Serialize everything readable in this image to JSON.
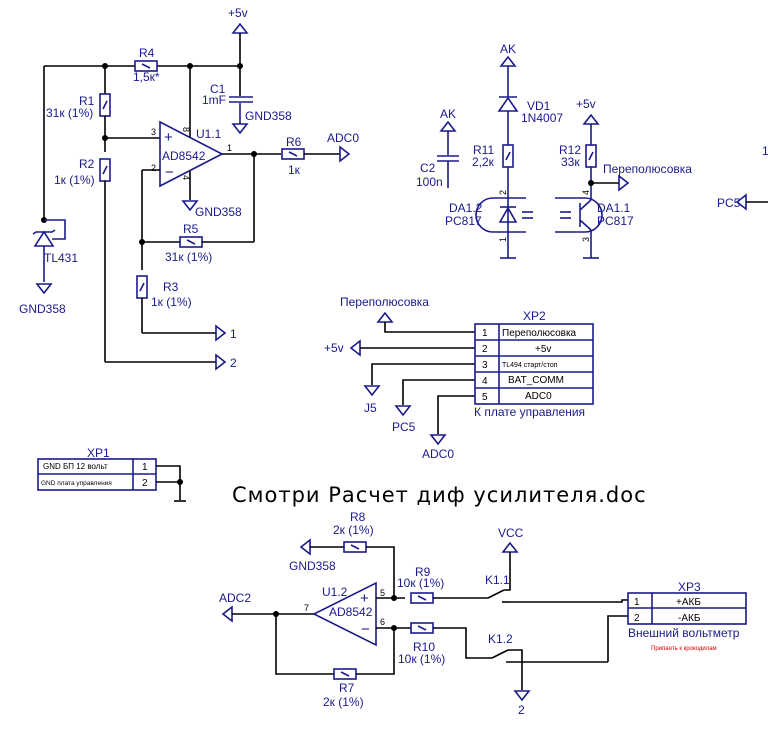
{
  "title_note": "Смотри Расчет диф усилителя.doc",
  "colors": {
    "symbol": "#1a1a8c",
    "wire": "#000000",
    "note_red": "#e00000"
  },
  "power": {
    "vplus": "+5v",
    "gnd358": "GND358",
    "ak": "AK",
    "vcc": "VCC"
  },
  "components": {
    "R1": {
      "ref": "R1",
      "value": "31к (1%)"
    },
    "R2": {
      "ref": "R2",
      "value": "1к (1%)"
    },
    "R3": {
      "ref": "R3",
      "value": "1к (1%)"
    },
    "R4": {
      "ref": "R4",
      "value": "1,5к*"
    },
    "R5": {
      "ref": "R5",
      "value": "31к (1%)"
    },
    "R6": {
      "ref": "R6",
      "value": "1к"
    },
    "R7": {
      "ref": "R7",
      "value": "2к (1%)"
    },
    "R8": {
      "ref": "R8",
      "value": "2к (1%)"
    },
    "R9": {
      "ref": "R9",
      "value": "10к (1%)"
    },
    "R10": {
      "ref": "R10",
      "value": "10к (1%)"
    },
    "R11": {
      "ref": "R11",
      "value": "2,2к"
    },
    "R12": {
      "ref": "R12",
      "value": "33к"
    },
    "C1": {
      "ref": "C1",
      "value": "1mF"
    },
    "C2": {
      "ref": "C2",
      "value": "100n"
    },
    "VD1": {
      "ref": "VD1",
      "value": "1N4007"
    },
    "TL431": {
      "ref": "TL431"
    },
    "U11": {
      "ref": "U1.1",
      "value": "AD8542",
      "pins": [
        "3",
        "2",
        "1",
        "8",
        "4"
      ]
    },
    "U12": {
      "ref": "U1.2",
      "value": "AD8542",
      "pins": [
        "5",
        "6",
        "7"
      ]
    },
    "DA12": {
      "ref": "DA1.2",
      "value": "PC817",
      "pins": [
        "2",
        "1"
      ]
    },
    "DA11": {
      "ref": "DA1.1",
      "value": "PC817",
      "pins": [
        "4",
        "3"
      ]
    },
    "K11": {
      "ref": "K1.1"
    },
    "K12": {
      "ref": "K1.2"
    }
  },
  "net_labels": {
    "adc0": "ADC0",
    "adc2": "ADC2",
    "pc5": "PC5",
    "j5": "J5",
    "perepol": "Переполюсовка",
    "n1": "1",
    "n2": "2",
    "edge_1": "1"
  },
  "connectors": {
    "XP1": {
      "ref": "XP1",
      "rows": [
        {
          "name": "GND БП 12 вольт",
          "pin": "1"
        },
        {
          "name": "GND плата управления",
          "pin": "2"
        }
      ]
    },
    "XP2": {
      "ref": "XP2",
      "caption": "К плате управления",
      "rows": [
        {
          "pin": "1",
          "name": "Переполюсовка"
        },
        {
          "pin": "2",
          "name": "+5v"
        },
        {
          "pin": "3",
          "name": "TL494 старт/стоп"
        },
        {
          "pin": "4",
          "name": "BAT_COMM"
        },
        {
          "pin": "5",
          "name": "ADC0"
        }
      ]
    },
    "XP3": {
      "ref": "XP3",
      "caption": "Внешний вольтметр",
      "note": "Припаять к крокодилам",
      "rows": [
        {
          "pin": "1",
          "name": "+АКБ"
        },
        {
          "pin": "2",
          "name": "-АКБ"
        }
      ]
    }
  }
}
